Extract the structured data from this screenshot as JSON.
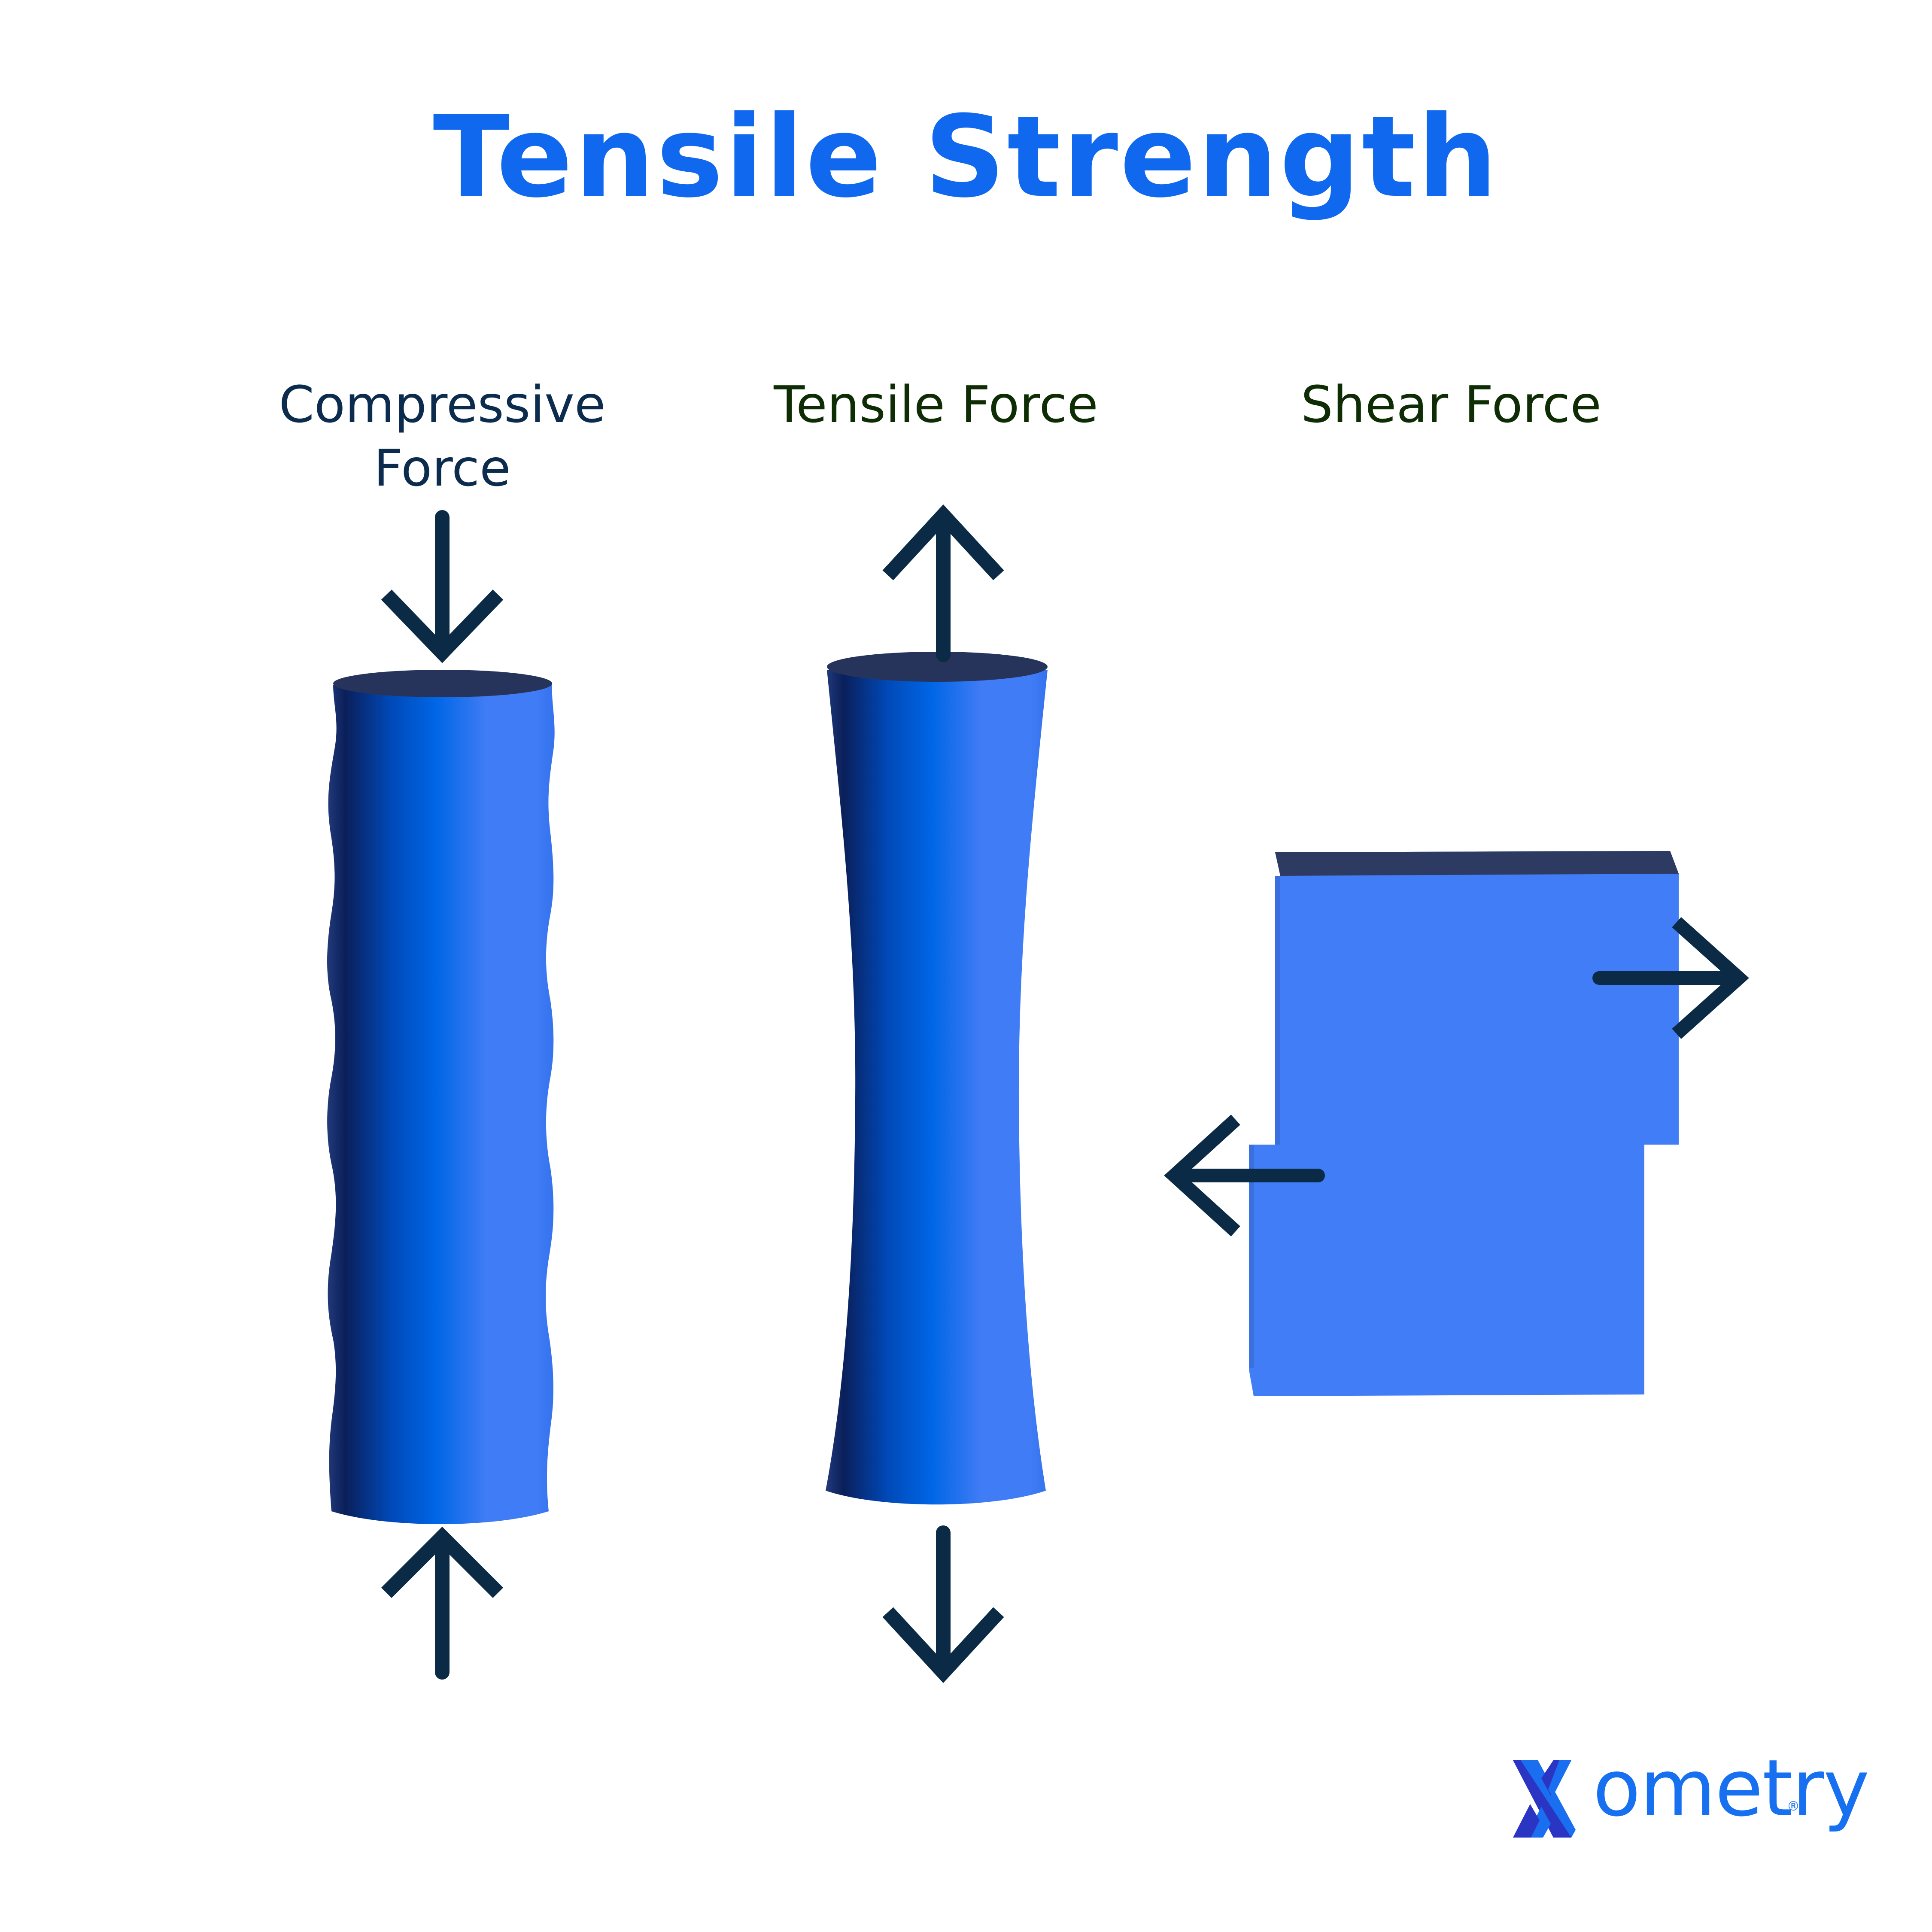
{
  "title": "Tensile Strength",
  "colors": {
    "title": "#1068ee",
    "compressive_label": "#0c2c4e",
    "force_label": "#0f2d05",
    "arrow": "#0b2a45",
    "cylinder_cap": "#26345c",
    "cylinder_dark": "#0a1f5a",
    "cylinder_mid": "#0066e6",
    "cylinder_light": "#407cf5",
    "shear_block": "#427df8",
    "shear_block_top": "#2d3b62",
    "logo_x_dark": "#2a35c4",
    "logo_x_light": "#1a6ff0",
    "logo_text": "#1670ef"
  },
  "panels": [
    {
      "id": "compressive",
      "label_line1": "Compressive",
      "label_line2": "Force",
      "shape": "wavy-cylinder",
      "arrows": [
        "down-into-top",
        "up-into-bottom"
      ]
    },
    {
      "id": "tensile",
      "label_line1": "Tensile Force",
      "shape": "necked-cylinder",
      "arrows": [
        "up-away-from-top",
        "down-away-from-bottom"
      ]
    },
    {
      "id": "shear",
      "label_line1": "Shear Force",
      "shape": "offset-blocks",
      "arrows": [
        "right-on-top-block",
        "left-on-bottom-block"
      ]
    }
  ],
  "logo": {
    "mark": "X",
    "text": "ometry",
    "registered": "®"
  }
}
